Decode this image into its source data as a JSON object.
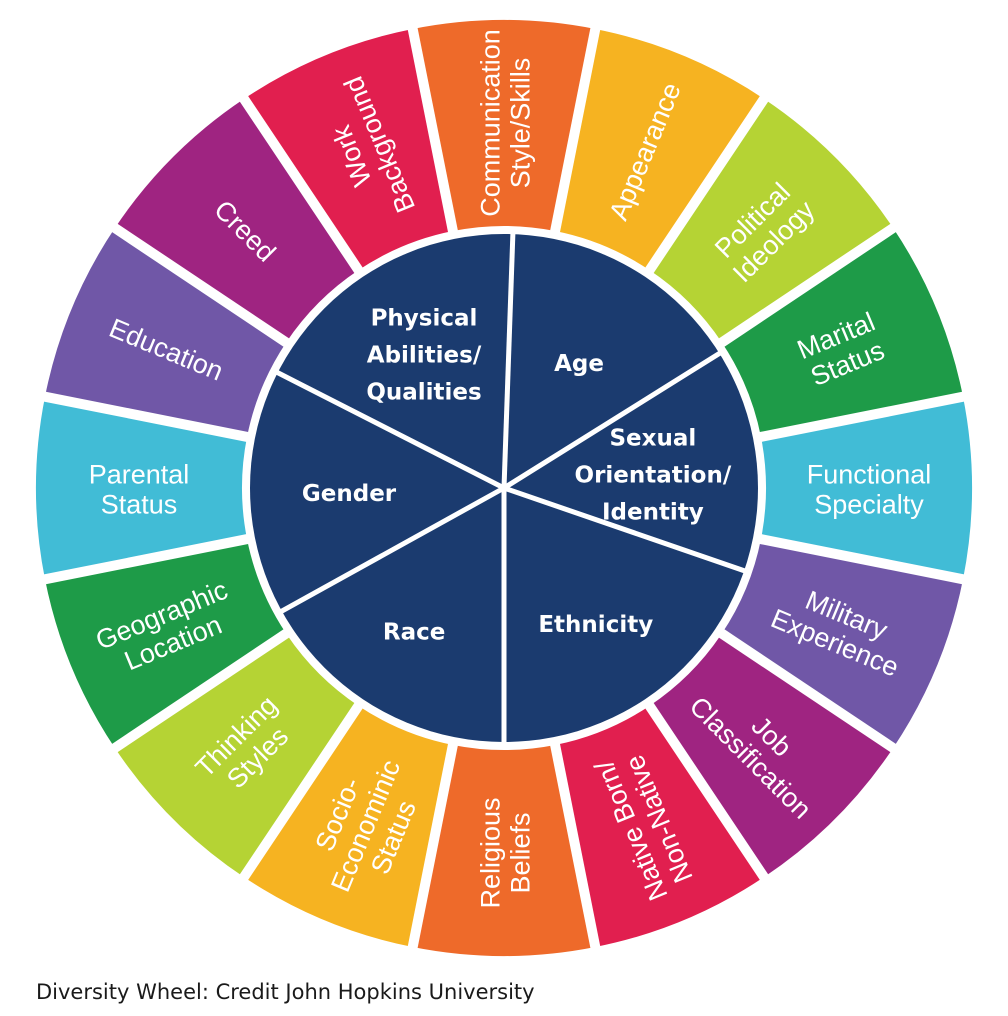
{
  "outer_ring": [
    {
      "label": [
        "Communication",
        "Style/Skills"
      ],
      "color": "#ee6a2a"
    },
    {
      "label": [
        "Appearance"
      ],
      "color": "#f6b321"
    },
    {
      "label": [
        "Political",
        "Ideology"
      ],
      "color": "#b5d334"
    },
    {
      "label": [
        "Marital",
        "Status"
      ],
      "color": "#1e9b48"
    },
    {
      "label": [
        "Functional",
        "Specialty"
      ],
      "color": "#41bcd6"
    },
    {
      "label": [
        "Military",
        "Experience"
      ],
      "color": "#7057a7"
    },
    {
      "label": [
        "Job",
        "Classification"
      ],
      "color": "#9f2481"
    },
    {
      "label": [
        "Native Born/",
        "Non-Native"
      ],
      "color": "#e11f4f"
    },
    {
      "label": [
        "Religious",
        "Beliefs"
      ],
      "color": "#ee6a2a"
    },
    {
      "label": [
        "Socio-",
        "Econominic",
        "Status"
      ],
      "color": "#f6b321"
    },
    {
      "label": [
        "Thinking",
        "Styles"
      ],
      "color": "#b5d334"
    },
    {
      "label": [
        "Geographic",
        "Location"
      ],
      "color": "#1e9b48"
    },
    {
      "label": [
        "Parental",
        "Status"
      ],
      "color": "#41bcd6"
    },
    {
      "label": [
        "Education"
      ],
      "color": "#7057a7"
    },
    {
      "label": [
        "Creed"
      ],
      "color": "#9f2481"
    },
    {
      "label": [
        "Work",
        "Background"
      ],
      "color": "#e11f4f"
    }
  ],
  "inner_wheel": [
    {
      "label": [
        "Age"
      ]
    },
    {
      "label": [
        "Sexual",
        "Orientation/",
        "Identity"
      ]
    },
    {
      "label": [
        "Ethnicity"
      ]
    },
    {
      "label": [
        "Race"
      ]
    },
    {
      "label": [
        "Gender"
      ]
    },
    {
      "label": [
        "Physical",
        "Abilities/",
        "Qualities"
      ]
    }
  ],
  "inner_color": "#1b3b6f",
  "caption": "Diversity Wheel: Credit John Hopkins University"
}
